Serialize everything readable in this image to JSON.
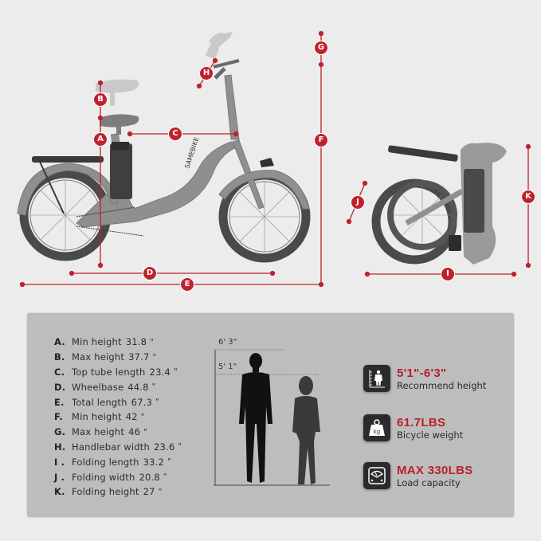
{
  "diagram": {
    "brand_on_frame": "SAMEBIKE",
    "markers": {
      "A": "A",
      "B": "B",
      "C": "C",
      "D": "D",
      "E": "E",
      "F": "F",
      "G": "G",
      "H": "H",
      "I": "I",
      "J": "J",
      "K": "K"
    },
    "accent_color": "#c0212e"
  },
  "specs": {
    "items": [
      {
        "key": "A.",
        "label": "Min height",
        "value": "31.8",
        "unit": "\""
      },
      {
        "key": "B.",
        "label": "Max height",
        "value": "37.7",
        "unit": "\""
      },
      {
        "key": "C.",
        "label": "Top tube length",
        "value": "23.4",
        "unit": "\""
      },
      {
        "key": "D.",
        "label": "Wheelbase",
        "value": "44.8",
        "unit": "\""
      },
      {
        "key": "E.",
        "label": "Total length",
        "value": "67.3",
        "unit": "\""
      },
      {
        "key": "F.",
        "label": "Min height",
        "value": "42",
        "unit": "\""
      },
      {
        "key": "G.",
        "label": "Max height",
        "value": "46",
        "unit": "\""
      },
      {
        "key": "H.",
        "label": "Handlebar width",
        "value": "23.6",
        "unit": "\""
      },
      {
        "key": "I .",
        "label": "Folding length",
        "value": "33.2",
        "unit": "\""
      },
      {
        "key": "J .",
        "label": "Folding width",
        "value": "20.8",
        "unit": "\""
      },
      {
        "key": "K.",
        "label": "Folding height",
        "value": "27",
        "unit": "\""
      }
    ]
  },
  "height_chart": {
    "top_label": "6' 3\"",
    "bottom_label": "5' 1\""
  },
  "features": [
    {
      "icon": "person-height-icon",
      "value": "5'1\"-6'3\"",
      "label": "Recommend height"
    },
    {
      "icon": "weight-kg-icon",
      "value": "61.7LBS",
      "label": "Bicycle weight",
      "icon_text": "kg"
    },
    {
      "icon": "scale-gauge-icon",
      "value": "MAX 330LBS",
      "label": "Load capacity"
    }
  ]
}
